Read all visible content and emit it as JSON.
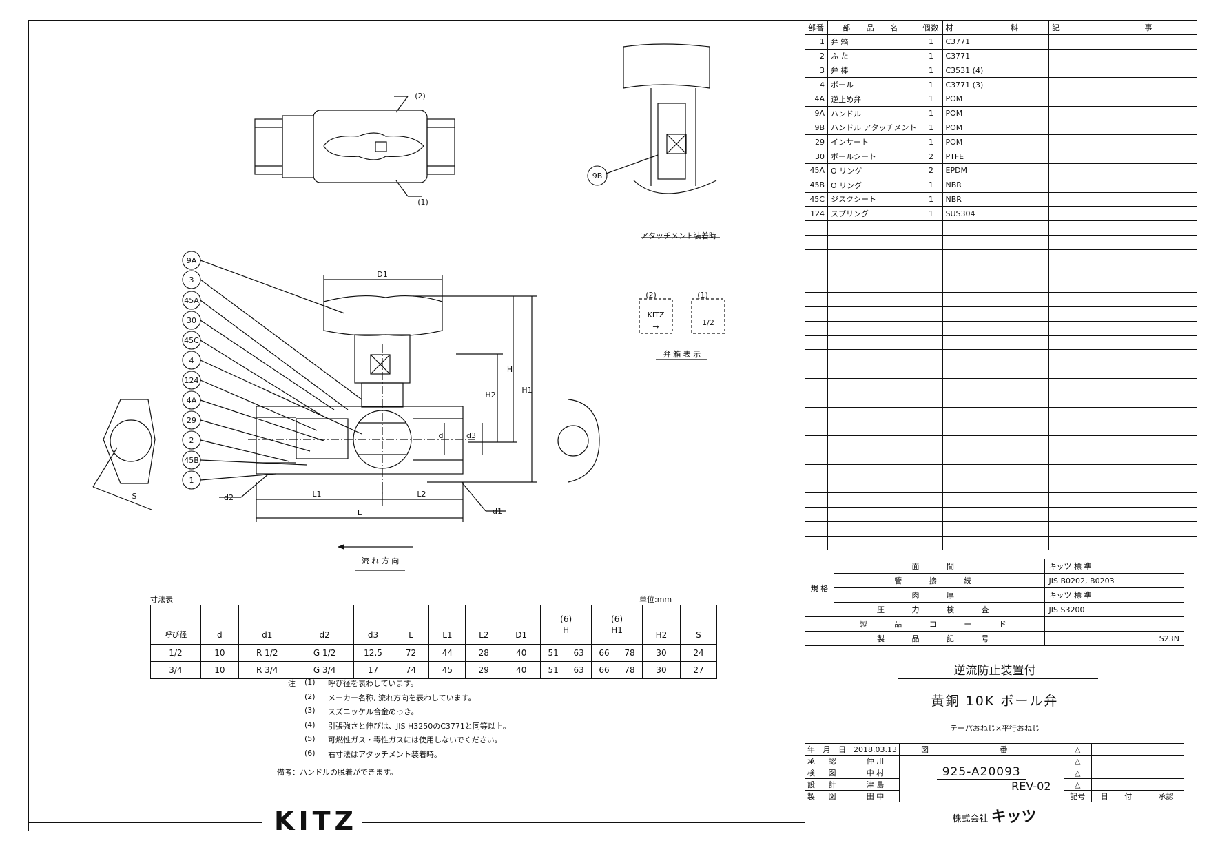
{
  "drawing": {
    "top_callouts": [
      "(2)",
      "(1)"
    ],
    "attach_callout": "9B",
    "attach_caption": "アタッチメント装着時",
    "marking": {
      "label_left": "(2)",
      "label_right": "(1)",
      "box_left": "KITZ",
      "box_left_arrow": "→",
      "box_right": "1/2",
      "caption": "弁 箱 表 示"
    },
    "section_callouts": [
      "9A",
      "3",
      "45A",
      "30",
      "45C",
      "4",
      "124",
      "4A",
      "29",
      "2",
      "45B",
      "1"
    ],
    "dim_labels": {
      "D1": "D1",
      "H": "H",
      "H1": "H1",
      "H2": "H2",
      "d": "d",
      "d3": "d3",
      "d1": "d1",
      "d2": "d2",
      "L": "L",
      "L1": "L1",
      "L2": "L2",
      "S": "S"
    },
    "flow": "流 れ 方 向"
  },
  "parts_list": {
    "headers": [
      "部番",
      "部 品 名",
      "個数",
      "材 料",
      "記 事"
    ],
    "rows": [
      {
        "no": "1",
        "name": "弁 箱",
        "qty": "1",
        "material": "C3771",
        "note": ""
      },
      {
        "no": "2",
        "name": "ふ た",
        "qty": "1",
        "material": "C3771",
        "note": ""
      },
      {
        "no": "3",
        "name": "弁 棒",
        "qty": "1",
        "material": "C3531 (4)",
        "note": ""
      },
      {
        "no": "4",
        "name": "ボール",
        "qty": "1",
        "material": "C3771 (3)",
        "note": ""
      },
      {
        "no": "4A",
        "name": "逆止め弁",
        "qty": "1",
        "material": "POM",
        "note": ""
      },
      {
        "no": "9A",
        "name": "ハンドル",
        "qty": "1",
        "material": "POM",
        "note": ""
      },
      {
        "no": "9B",
        "name": "ハンドル アタッチメント",
        "qty": "1",
        "material": "POM",
        "note": ""
      },
      {
        "no": "29",
        "name": "インサート",
        "qty": "1",
        "material": "POM",
        "note": ""
      },
      {
        "no": "30",
        "name": "ボールシート",
        "qty": "2",
        "material": "PTFE",
        "note": ""
      },
      {
        "no": "45A",
        "name": "O リング",
        "qty": "2",
        "material": "EPDM",
        "note": ""
      },
      {
        "no": "45B",
        "name": "O リング",
        "qty": "1",
        "material": "NBR",
        "note": ""
      },
      {
        "no": "45C",
        "name": "ジスクシート",
        "qty": "1",
        "material": "NBR",
        "note": ""
      },
      {
        "no": "124",
        "name": "スプリング",
        "qty": "1",
        "material": "SUS304",
        "note": ""
      }
    ],
    "empty_rows": 23
  },
  "spec": {
    "group_label": "規 格",
    "rows": [
      {
        "label": "面 間",
        "value": "キッツ 標 準"
      },
      {
        "label": "管 接 続",
        "value": "JIS B0202, B0203"
      },
      {
        "label": "肉 厚",
        "value": "キッツ 標 準"
      },
      {
        "label": "圧 力 検 査",
        "value": "JIS S3200"
      },
      {
        "label": "製 品 コ ー ド",
        "value": ""
      },
      {
        "label": "製 品 記 号",
        "value": "S23N"
      }
    ]
  },
  "title": {
    "line1": "逆流防止装置付",
    "line2": "黄銅 10K ボール弁",
    "line3": "テーパおねじ×平行おねじ"
  },
  "record": {
    "rows": [
      {
        "role": "年 月 日",
        "name": "2018.03.13"
      },
      {
        "role": "承 認",
        "name": "仲 川"
      },
      {
        "role": "検 図",
        "name": "中 村"
      },
      {
        "role": "設 計",
        "name": "津 島"
      },
      {
        "role": "製 図",
        "name": "田 中"
      }
    ],
    "drawing_no_label": "図 番",
    "drawing_no": "925-A20093",
    "rev": "REV-02",
    "rev_headers": [
      "記号",
      "日 付",
      "承認"
    ],
    "company": "株式会社",
    "company_brand": "キッツ"
  },
  "dims": {
    "caption": "寸法表",
    "unit": "単位:mm",
    "headers": [
      "呼び径",
      "d",
      "d1",
      "d2",
      "d3",
      "L",
      "L1",
      "L2",
      "D1",
      "(6)\nH",
      "(6)\nH1",
      "H2",
      "S"
    ],
    "rows": [
      [
        "1/2",
        "10",
        "R 1/2",
        "G 1/2",
        "12.5",
        "72",
        "44",
        "28",
        "40",
        "51",
        "63",
        "66",
        "78",
        "30",
        "24"
      ],
      [
        "3/4",
        "10",
        "R 3/4",
        "G 3/4",
        "17",
        "74",
        "45",
        "29",
        "40",
        "51",
        "63",
        "66",
        "78",
        "30",
        "27"
      ]
    ]
  },
  "notes": {
    "prefix": "注",
    "items": [
      {
        "n": "(1)",
        "t": "呼び径を表わしています。"
      },
      {
        "n": "(2)",
        "t": "メーカー名称, 流れ方向を表わしています。"
      },
      {
        "n": "(3)",
        "t": "スズニッケル合金めっき。"
      },
      {
        "n": "(4)",
        "t": "引張強さと伸びは、JIS H3250のC3771と同等以上。"
      },
      {
        "n": "(5)",
        "t": "可燃性ガス・毒性ガスには使用しないでください。"
      },
      {
        "n": "(6)",
        "t": "右寸法はアタッチメント装着時。"
      }
    ],
    "remark": "備考：ハンドルの脱着ができます。"
  },
  "logo": "KITZ"
}
